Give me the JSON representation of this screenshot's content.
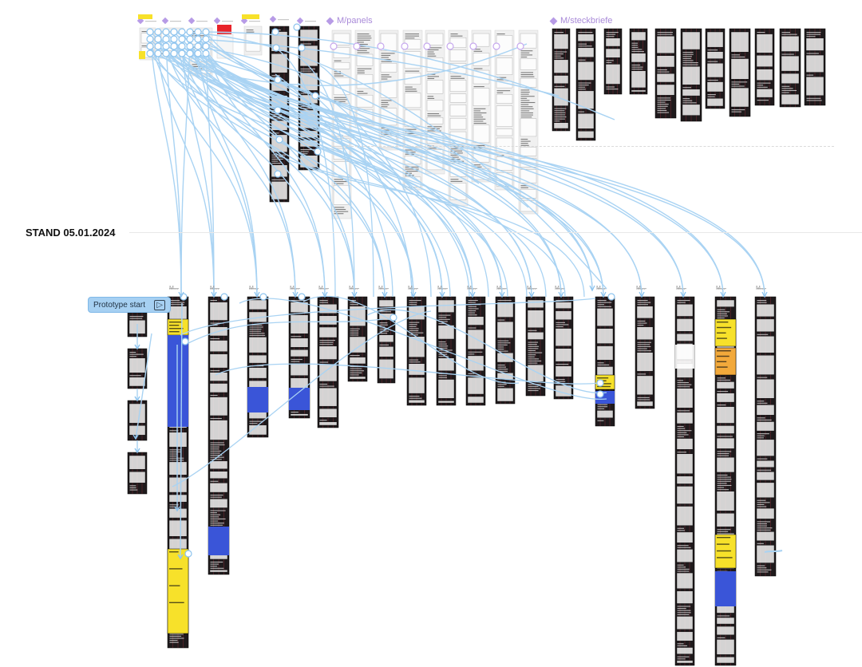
{
  "canvas": {
    "stand_label": "STAND 05.01.2024",
    "prototype_button": "Prototype start",
    "sections": [
      {
        "label": "M/panels"
      },
      {
        "label": "M/steckbriefe"
      }
    ],
    "frame_label_prefix": "M...",
    "colors": {
      "connector": "#a9d3f3",
      "node_stroke": "#8cc3ee",
      "frame_dark": "#1f1a1c",
      "frame_light": "#f0f0f0",
      "accent_yellow": "#f7e12a",
      "accent_blue": "#3a55d8",
      "section_purple": "#b79be6"
    }
  }
}
